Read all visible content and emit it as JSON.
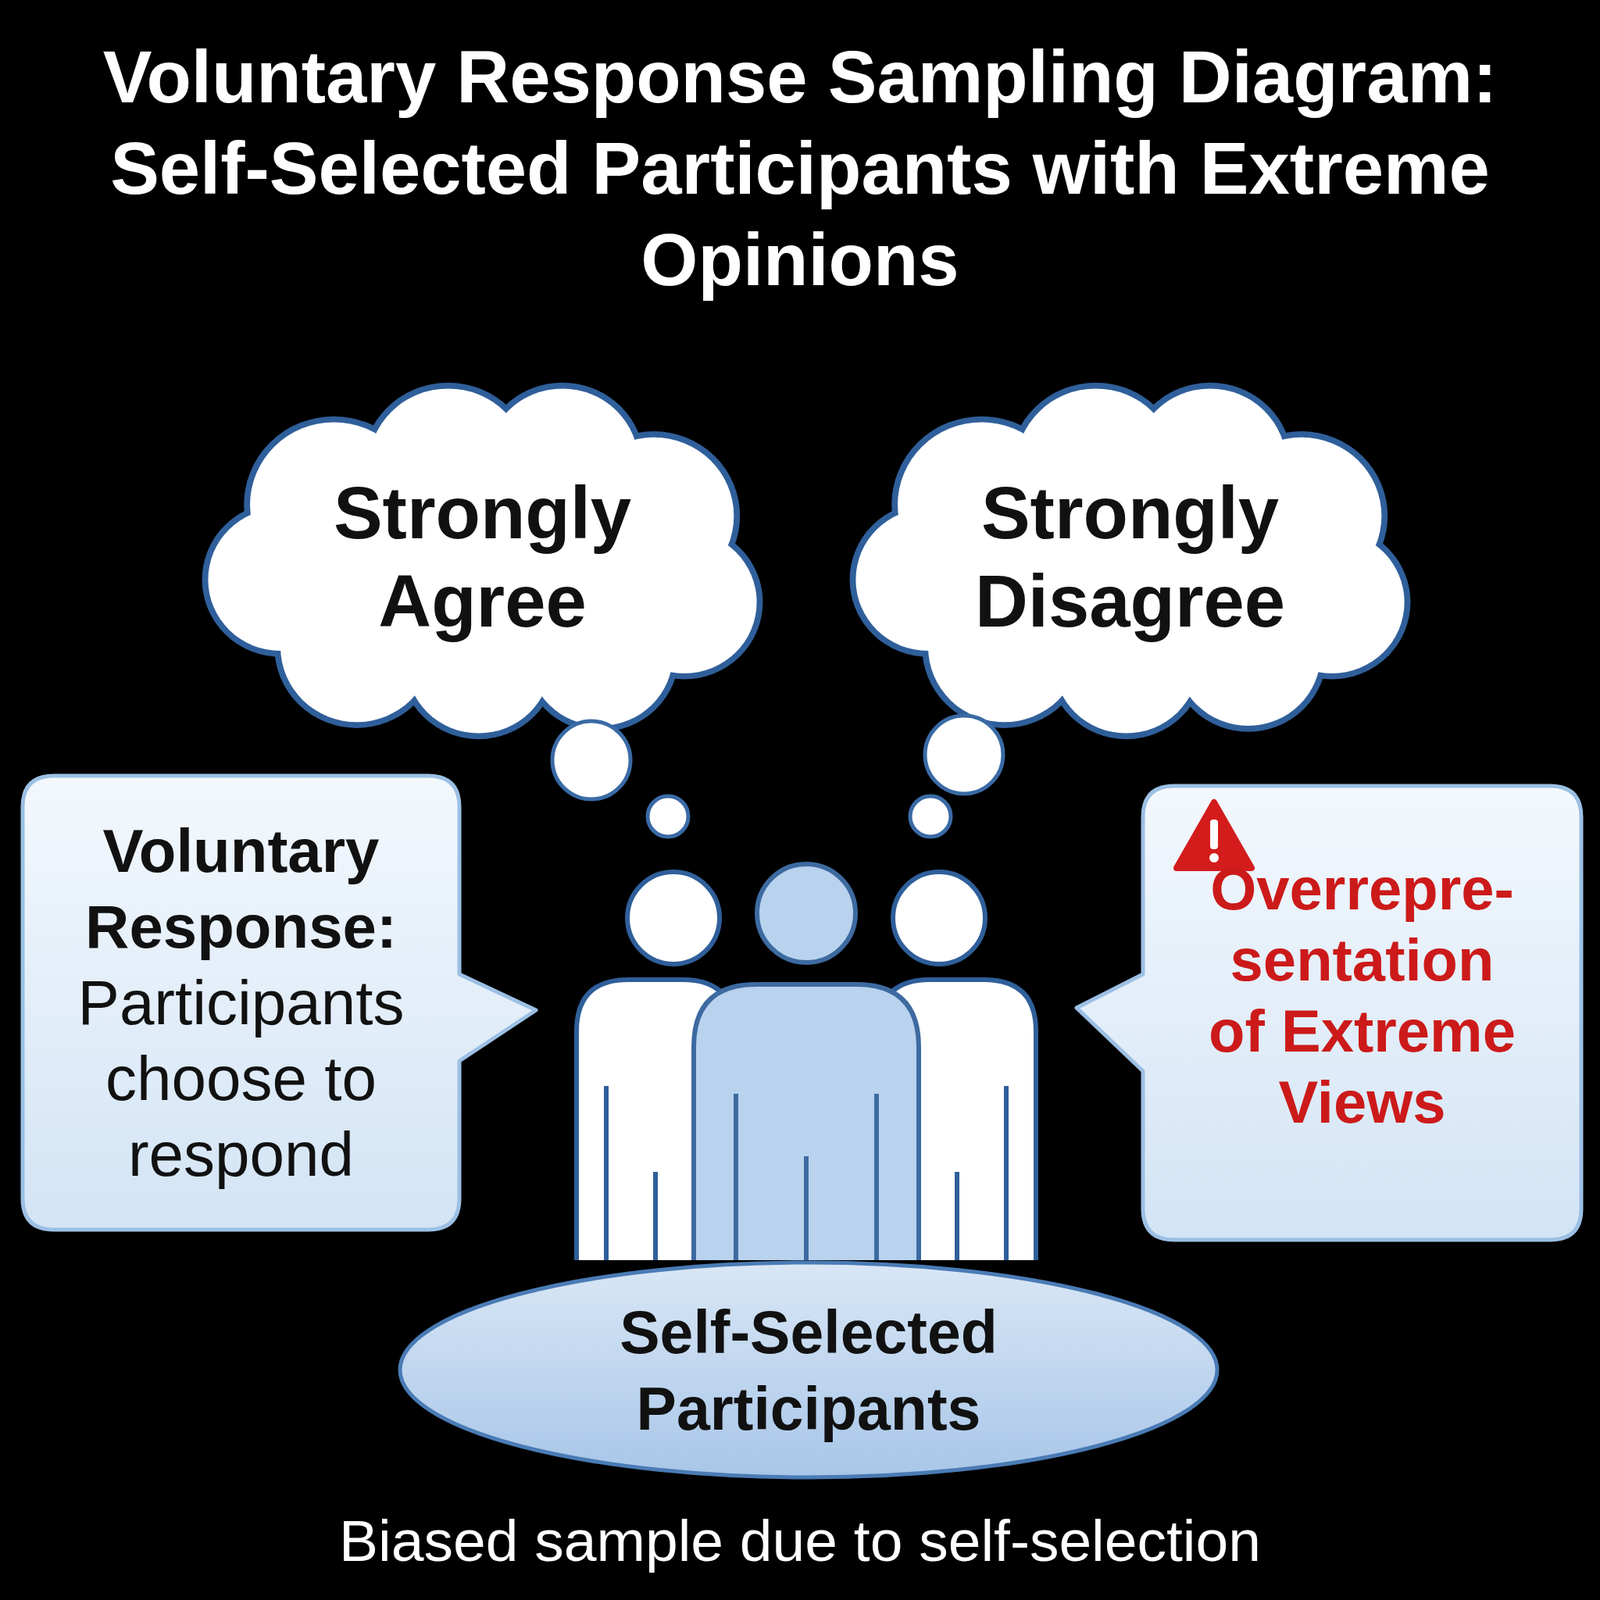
{
  "diagram": {
    "title": "Voluntary Response Sampling Diagram: Self-Selected Participants with Extreme Opinions",
    "caption": "Biased sample due to self-selection",
    "nodes": [
      {
        "text": [
          "Strongly Agree"
        ]
      },
      {
        "text": [
          "Strongly Disagree"
        ]
      },
      {
        "text": [
          "Voluntary Response:",
          "Participants choose to respond"
        ]
      },
      {
        "text": [
          "Overrepre-sentation of Extreme Views"
        ]
      },
      {
        "text": [
          "Self-Selected Participants"
        ]
      }
    ]
  }
}
